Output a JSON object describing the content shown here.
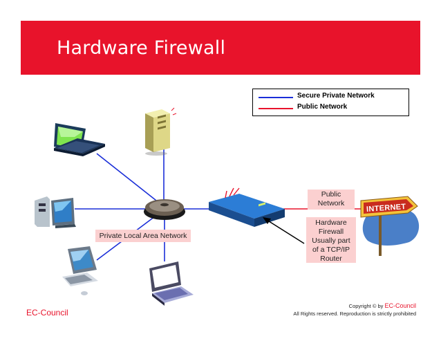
{
  "title": "Hardware Firewall",
  "legend": {
    "secure_label": "Secure Private Network",
    "secure_color": "#1a2ed8",
    "public_label": "Public Network",
    "public_color": "#e8132b"
  },
  "labels": {
    "lan": "Private Local Area Network",
    "public_network_line1": "Public",
    "public_network_line2": "Network",
    "firewall_line1": "Hardware",
    "firewall_line2": "Firewall",
    "firewall_line3": "Usually part",
    "firewall_line4": "of a TCP/IP",
    "firewall_line5": "Router",
    "internet_sign": "INTERNET"
  },
  "footer": {
    "left": "EC-Council",
    "copyright_prefix": "Copyright © by",
    "copyright_brand": "EC-Council",
    "rights": "All Rights reserved. Reproduction is strictly prohibited"
  },
  "colors": {
    "title_bar": "#e8132b",
    "label_box": "#fbd0d0"
  },
  "icons": [
    "laptop-icon",
    "server-tower-icon",
    "desktop-computer-icon",
    "network-hub-icon",
    "router-firewall-icon",
    "internet-sign-icon",
    "workstation-icon",
    "laptop-icon"
  ]
}
